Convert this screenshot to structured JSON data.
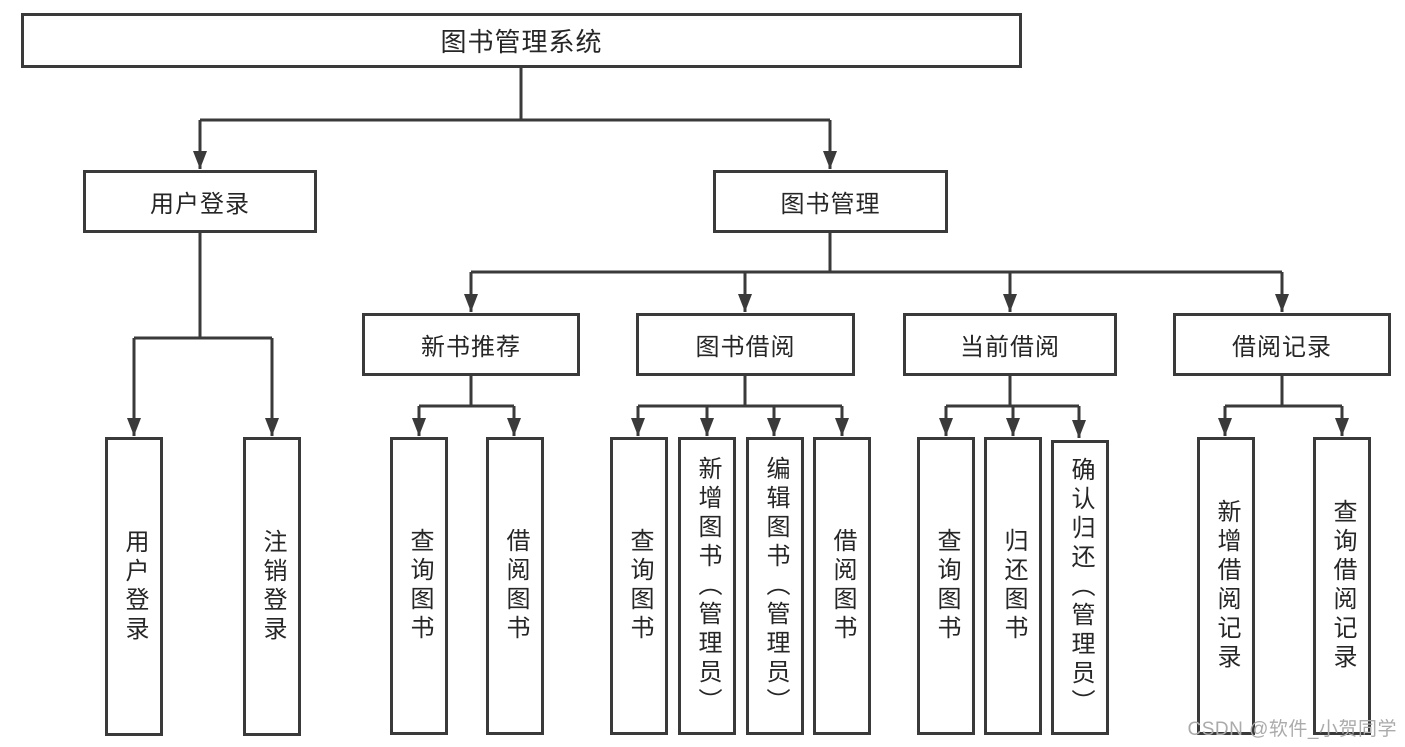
{
  "diagram": {
    "root": {
      "label": "图书管理系统"
    },
    "branches": [
      {
        "label": "用户登录",
        "children": [
          {
            "label": "用户登录"
          },
          {
            "label": "注销登录"
          }
        ]
      },
      {
        "label": "图书管理",
        "children": [
          {
            "label": "新书推荐",
            "children": [
              {
                "label": "查询图书"
              },
              {
                "label": "借阅图书"
              }
            ]
          },
          {
            "label": "图书借阅",
            "children": [
              {
                "label": "查询图书"
              },
              {
                "label": "新增图书（管理员）"
              },
              {
                "label": "编辑图书（管理员）"
              },
              {
                "label": "借阅图书"
              }
            ]
          },
          {
            "label": "当前借阅",
            "children": [
              {
                "label": "查询图书"
              },
              {
                "label": "归还图书"
              },
              {
                "label": "确认归还（管理员）"
              }
            ]
          },
          {
            "label": "借阅记录",
            "children": [
              {
                "label": "新增借阅记录"
              },
              {
                "label": "查询借阅记录"
              }
            ]
          }
        ]
      }
    ]
  },
  "colors": {
    "line": "#3a3a3a",
    "text": "#262626",
    "watermark": "#ababab",
    "background": "#ffffff"
  },
  "watermark": {
    "text": "CSDN @软件_小贺同学"
  }
}
